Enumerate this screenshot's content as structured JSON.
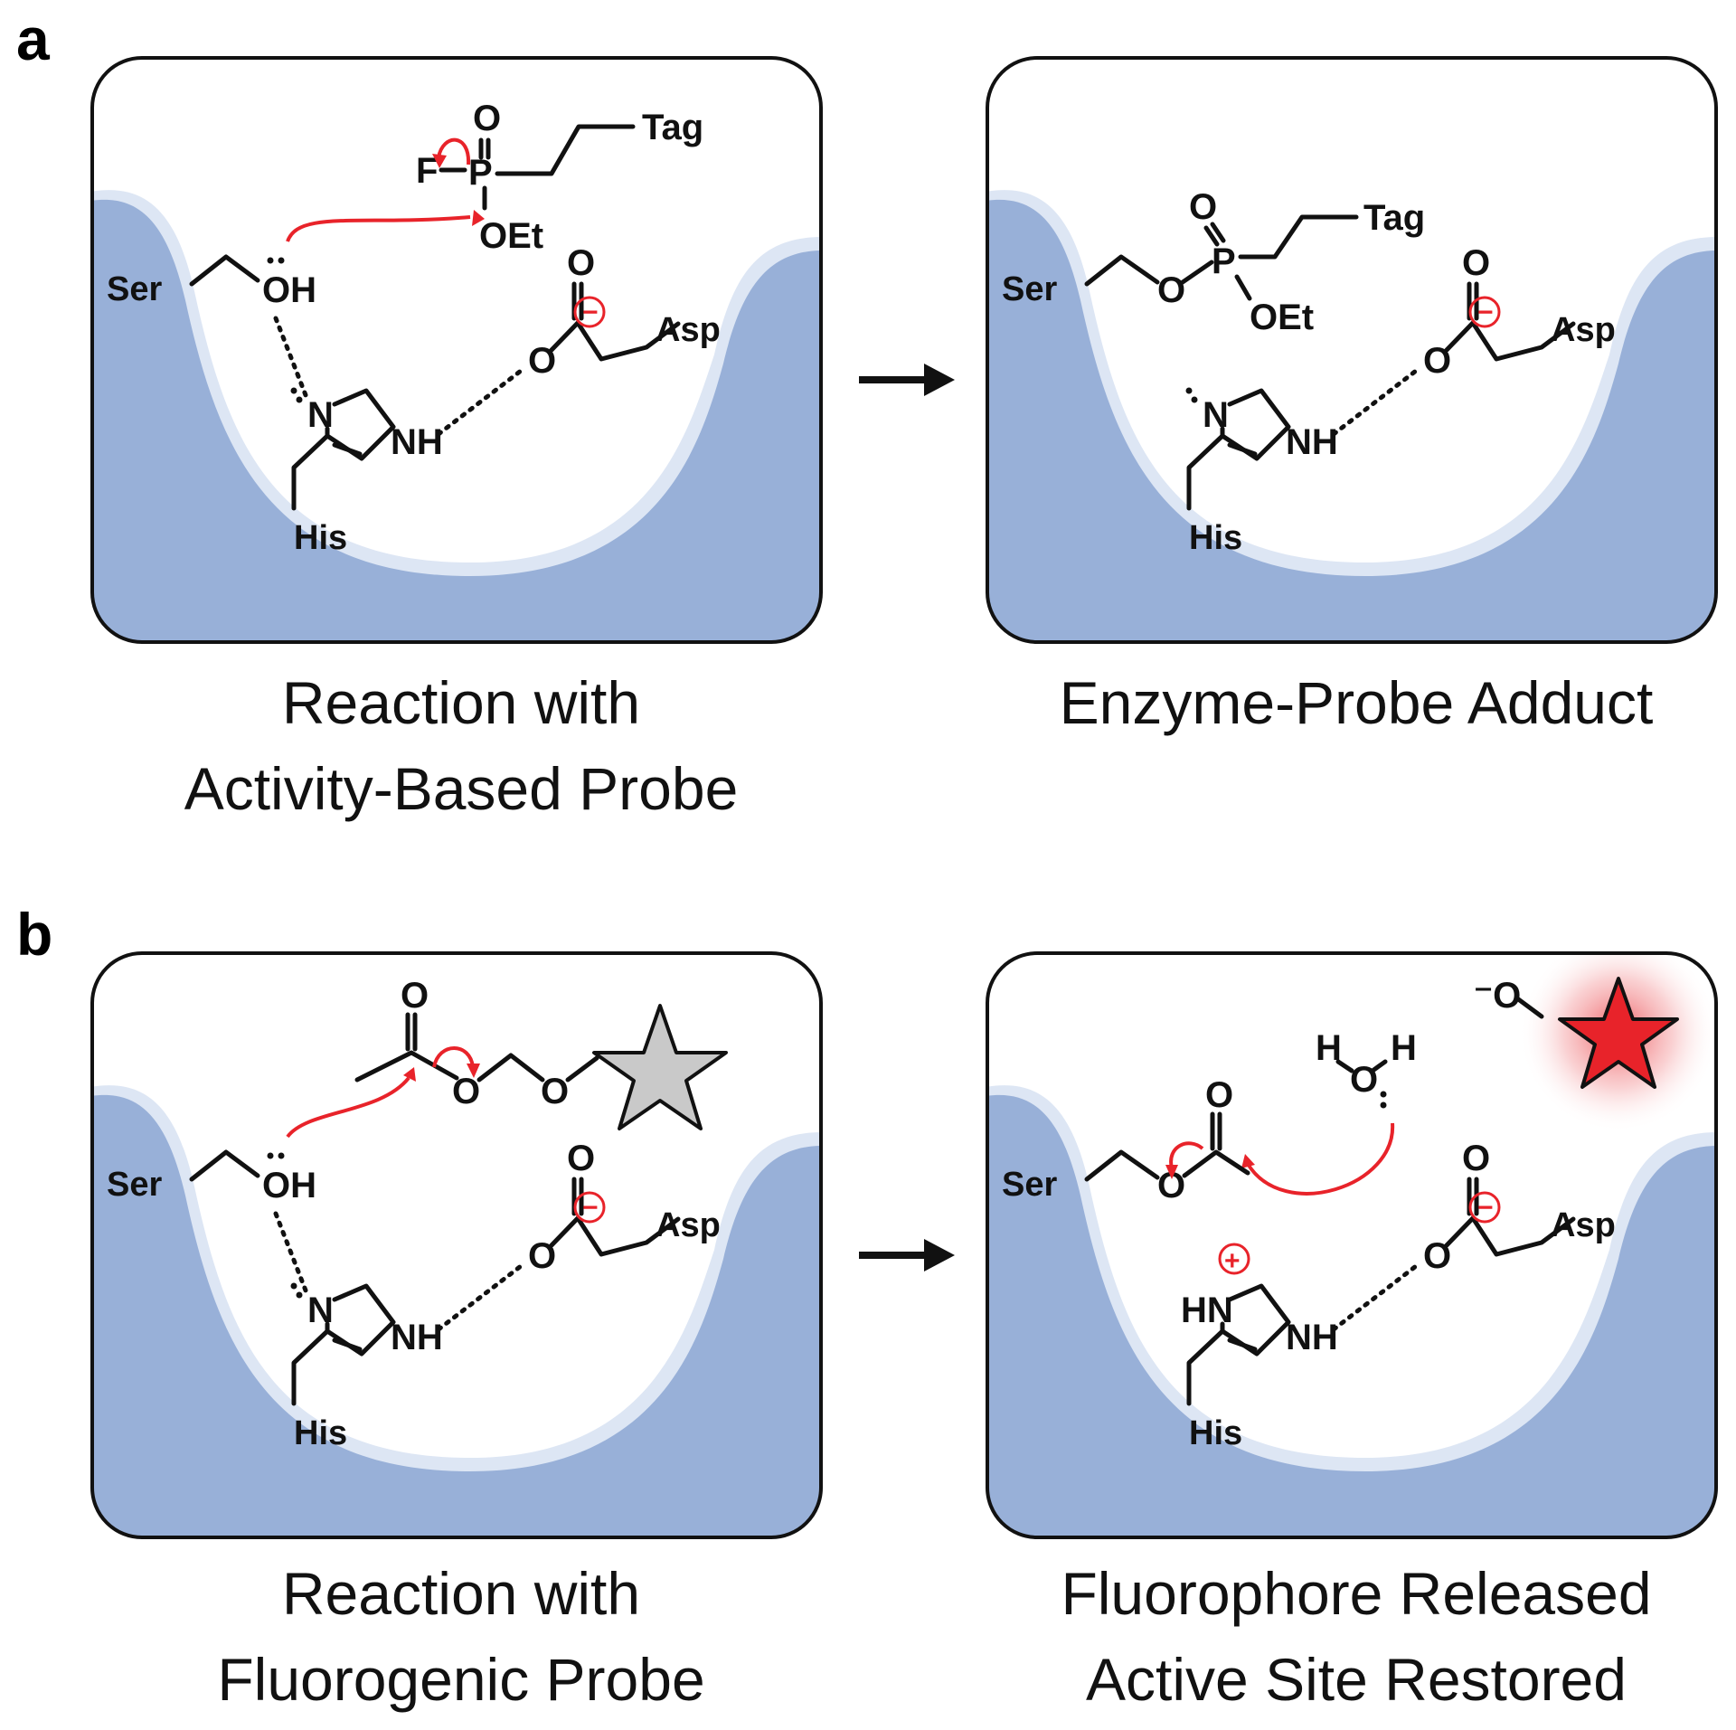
{
  "panels": {
    "a": {
      "letter": "a",
      "left_caption": [
        "Reaction with",
        "Activity-Based Probe"
      ],
      "right_caption": [
        "Enzyme-Probe Adduct"
      ]
    },
    "b": {
      "letter": "b",
      "left_caption": [
        "Reaction with",
        "Fluorogenic Probe"
      ],
      "right_caption": [
        "Fluorophore Released",
        "Active Site Restored"
      ]
    }
  },
  "residues": {
    "ser": "Ser",
    "his": "His",
    "asp": "Asp"
  },
  "atoms": {
    "oh": "OH",
    "o": "O",
    "n": "N",
    "nh": "NH",
    "hn": "HN",
    "f": "F",
    "p": "P",
    "oet": "OEt",
    "tag": "Tag",
    "h": "H",
    "neg_o": "⁻O"
  },
  "charges": {
    "minus": "−",
    "plus": "+"
  },
  "colors": {
    "pocket_blue": "#98b0d8",
    "pocket_rim": "#dde6f4",
    "mechanism_red": "#e8232a",
    "star_gray": "#c9c9c9",
    "star_red": "#e8232a"
  },
  "icons": [
    "reaction-arrow-icon",
    "fluorophore-star-icon",
    "quenched-star-icon"
  ]
}
